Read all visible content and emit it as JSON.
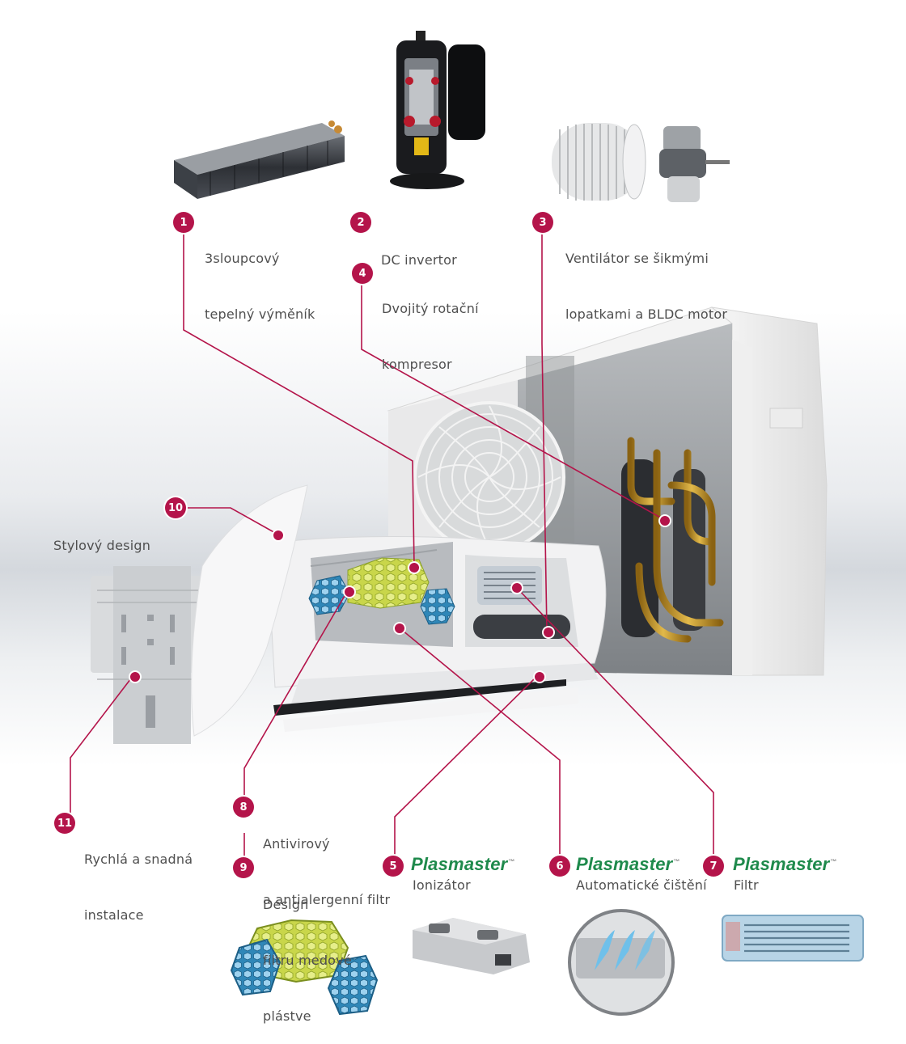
{
  "colors": {
    "accent": "#b4144a",
    "brand_green": "#1f8a4c"
  },
  "callouts": [
    {
      "num": "1",
      "lines": [
        "3sloupcový",
        "tepelný výměník"
      ]
    },
    {
      "num": "2",
      "lines": [
        "DC invertor"
      ]
    },
    {
      "num": "3",
      "lines": [
        "Ventilátor se šikmými",
        "lopatkami a BLDC motor"
      ]
    },
    {
      "num": "4",
      "lines": [
        "Dvojitý rotační",
        "kompresor"
      ]
    },
    {
      "num": "5",
      "brand": "Plasmaster",
      "tm": "™",
      "sub": "Ionizátor"
    },
    {
      "num": "6",
      "brand": "Plasmaster",
      "tm": "™",
      "sub": "Automatické čištění"
    },
    {
      "num": "7",
      "brand": "Plasmaster",
      "tm": "™",
      "sub": "Filtr"
    },
    {
      "num": "8",
      "lines": [
        "Antivirový",
        "a antialergenní filtr"
      ]
    },
    {
      "num": "9",
      "lines": [
        "Design",
        "filtru medové",
        "plástve"
      ]
    },
    {
      "num": "10",
      "lines": [
        "Stylový design"
      ]
    },
    {
      "num": "11",
      "lines": [
        "Rychlá a snadná",
        "instalace"
      ]
    }
  ]
}
